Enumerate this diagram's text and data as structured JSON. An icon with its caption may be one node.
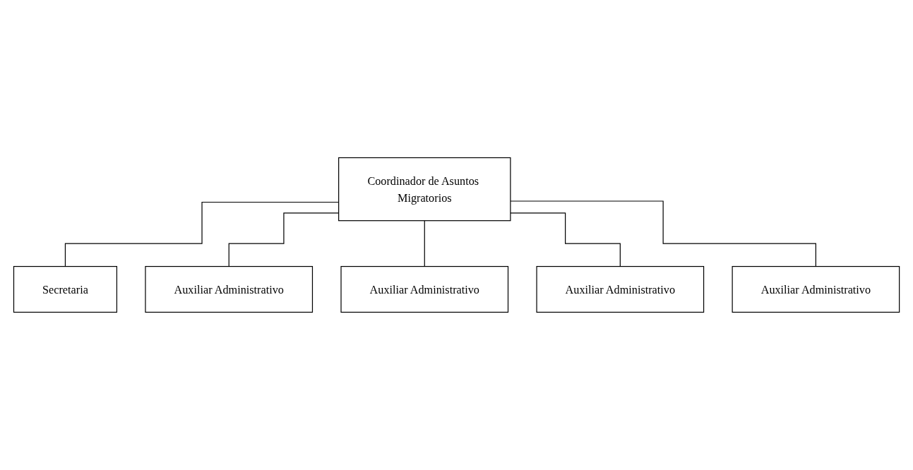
{
  "diagram": {
    "nodes": [
      {
        "text": [
          "Coordinador de Asuntos Migratorios"
        ]
      },
      {
        "text": [
          "Secretaria"
        ]
      },
      {
        "text": [
          "Auxiliar Administrativo"
        ]
      },
      {
        "text": [
          "Auxiliar Administrativo"
        ]
      },
      {
        "text": [
          "Auxiliar Administrativo"
        ]
      },
      {
        "text": [
          "Auxiliar Administrativo"
        ]
      }
    ],
    "edges": [
      {
        "from": 0,
        "to": 1,
        "arrow": "none"
      },
      {
        "from": 0,
        "to": 2,
        "arrow": "none"
      },
      {
        "from": 0,
        "to": 3,
        "arrow": "none"
      },
      {
        "from": 0,
        "to": 4,
        "arrow": "none"
      },
      {
        "from": 0,
        "to": 5,
        "arrow": "none"
      }
    ]
  }
}
